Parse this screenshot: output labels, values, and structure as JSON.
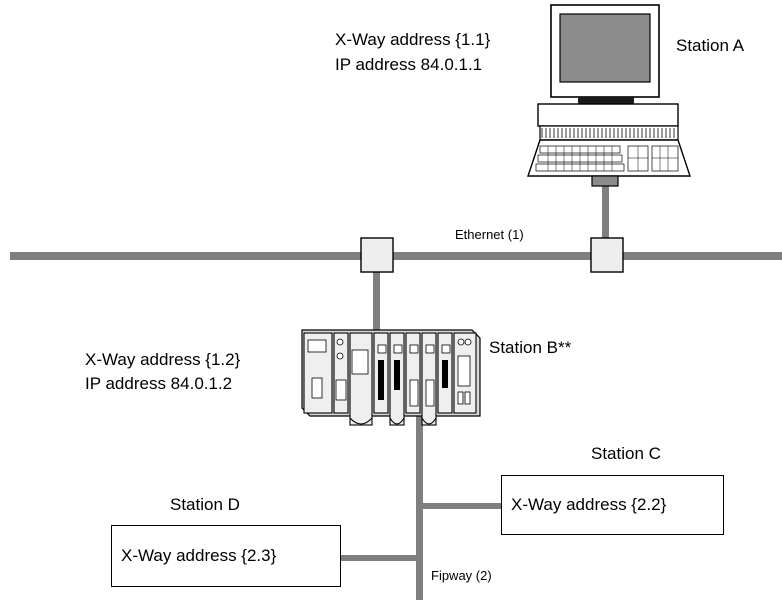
{
  "station_a": {
    "name": "Station A",
    "xway": "X-Way address {1.1}",
    "ip": "IP address 84.0.1.1"
  },
  "station_b": {
    "name": "Station B**",
    "xway": "X-Way address {1.2}",
    "ip": "IP address 84.0.1.2"
  },
  "station_c": {
    "name": "Station C",
    "xway": "X-Way address {2.2}"
  },
  "station_d": {
    "name": "Station D",
    "xway": "X-Way address {2.3}"
  },
  "networks": {
    "ethernet": "Ethernet (1)",
    "fipway": "Fipway (2)"
  },
  "colors": {
    "cable": "#7f7f7f",
    "line": "#000000",
    "screen": "#8c8c8c",
    "plc": "#e6e6e6"
  }
}
